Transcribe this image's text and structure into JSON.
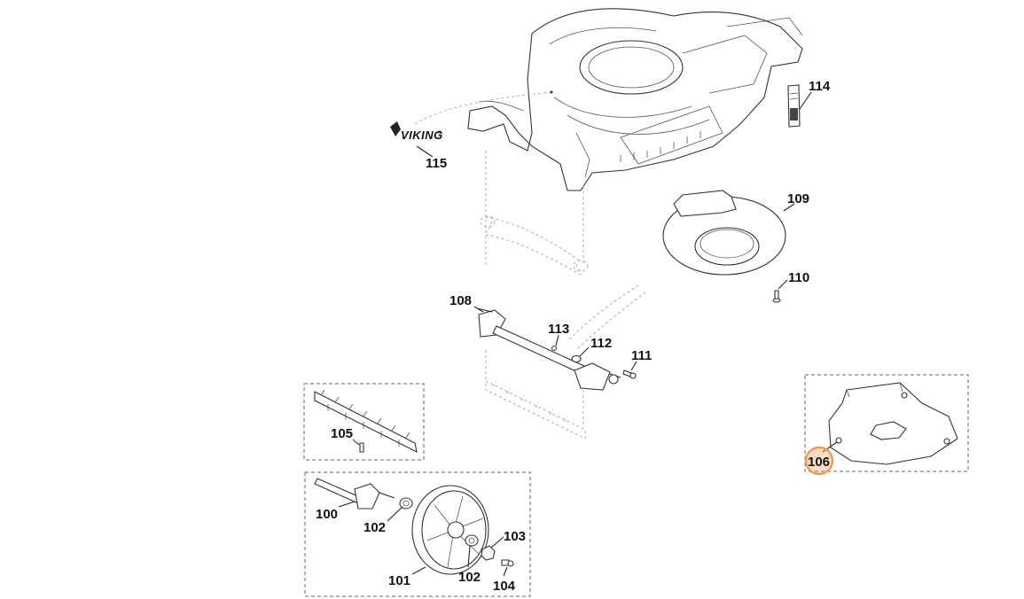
{
  "brand": {
    "logo_text": "VIKING",
    "trademark": "®"
  },
  "callouts": [
    {
      "id": "c115",
      "number": "115"
    },
    {
      "id": "c114",
      "number": "114"
    },
    {
      "id": "c109",
      "number": "109"
    },
    {
      "id": "c110",
      "number": "110"
    },
    {
      "id": "c108",
      "number": "108"
    },
    {
      "id": "c113",
      "number": "113"
    },
    {
      "id": "c112",
      "number": "112"
    },
    {
      "id": "c111",
      "number": "111"
    },
    {
      "id": "c105",
      "number": "105"
    },
    {
      "id": "c106",
      "number": "106",
      "highlighted": true
    },
    {
      "id": "c100",
      "number": "100"
    },
    {
      "id": "c102a",
      "number": "102"
    },
    {
      "id": "c103",
      "number": "103"
    },
    {
      "id": "c101",
      "number": "101"
    },
    {
      "id": "c102b",
      "number": "102"
    },
    {
      "id": "c104",
      "number": "104"
    }
  ],
  "colors": {
    "highlight": "#f29b55",
    "line": "#222222",
    "background": "#ffffff"
  }
}
